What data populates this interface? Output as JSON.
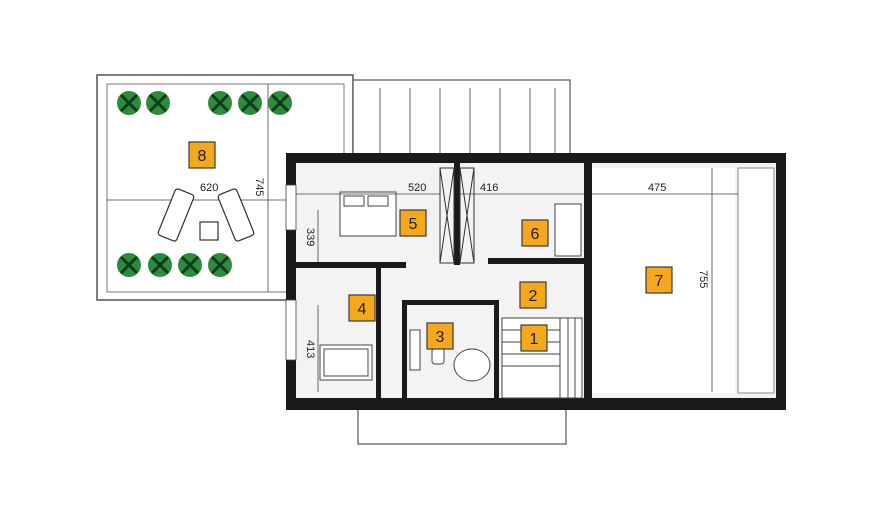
{
  "rooms": [
    {
      "id": "room-1",
      "label": "1"
    },
    {
      "id": "room-2",
      "label": "2"
    },
    {
      "id": "room-3",
      "label": "3"
    },
    {
      "id": "room-4",
      "label": "4"
    },
    {
      "id": "room-5",
      "label": "5"
    },
    {
      "id": "room-6",
      "label": "6"
    },
    {
      "id": "room-7",
      "label": "7"
    },
    {
      "id": "room-8",
      "label": "8"
    }
  ],
  "dimensions": {
    "terrace_width": "620",
    "terrace_depth": "745",
    "room5_width": "520",
    "room6_width": "416",
    "room7_width": "475",
    "room7_depth": "755",
    "room5_depth": "339",
    "room4_depth": "413"
  },
  "colors": {
    "badge_fill": "#f5a81c",
    "badge_stroke": "#3a3a3a",
    "wall": "#1a1a1a",
    "floor": "#ececec",
    "plant": "#2e8b3e"
  }
}
